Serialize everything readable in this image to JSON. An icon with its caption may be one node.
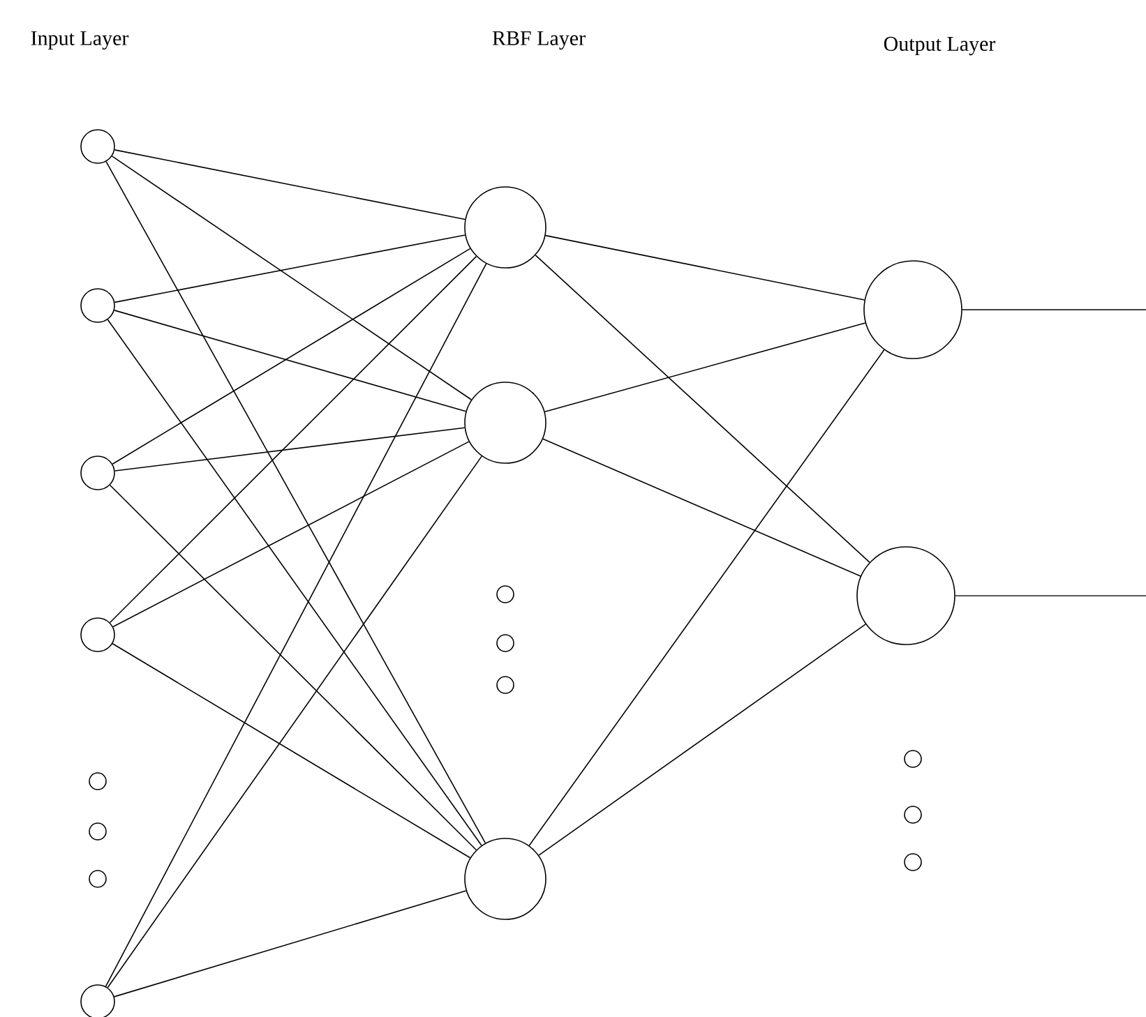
{
  "diagram": {
    "nodes": [
      {
        "text": [],
        "shape": "circle"
      },
      {
        "text": [],
        "shape": "circle"
      },
      {
        "text": [],
        "shape": "circle"
      },
      {
        "text": [],
        "shape": "circle"
      },
      {
        "text": [],
        "shape": "circle"
      },
      {
        "text": [],
        "shape": "circle"
      },
      {
        "text": [],
        "shape": "circle"
      },
      {
        "text": [],
        "shape": "circle"
      },
      {
        "text": [],
        "shape": "circle"
      },
      {
        "text": [],
        "shape": "circle"
      }
    ],
    "edges": [
      {
        "from": 0,
        "to": 5,
        "arrow": "none"
      },
      {
        "from": 0,
        "to": 6,
        "arrow": "none"
      },
      {
        "from": 0,
        "to": 7,
        "arrow": "none"
      },
      {
        "from": 1,
        "to": 5,
        "arrow": "none"
      },
      {
        "from": 1,
        "to": 6,
        "arrow": "none"
      },
      {
        "from": 1,
        "to": 7,
        "arrow": "none"
      },
      {
        "from": 2,
        "to": 5,
        "arrow": "none"
      },
      {
        "from": 2,
        "to": 6,
        "arrow": "none"
      },
      {
        "from": 2,
        "to": 7,
        "arrow": "none"
      },
      {
        "from": 3,
        "to": 5,
        "arrow": "none"
      },
      {
        "from": 3,
        "to": 6,
        "arrow": "none"
      },
      {
        "from": 3,
        "to": 7,
        "arrow": "none"
      },
      {
        "from": 4,
        "to": 5,
        "arrow": "none"
      },
      {
        "from": 4,
        "to": 6,
        "arrow": "none"
      },
      {
        "from": 4,
        "to": 7,
        "arrow": "none"
      },
      {
        "from": 5,
        "to": 8,
        "arrow": "none"
      },
      {
        "from": 5,
        "to": 9,
        "arrow": "none"
      },
      {
        "from": 6,
        "to": 8,
        "arrow": "none"
      },
      {
        "from": 6,
        "to": 9,
        "arrow": "none"
      },
      {
        "from": 7,
        "to": 8,
        "arrow": "none"
      },
      {
        "from": 7,
        "to": 9,
        "arrow": "none"
      },
      {
        "from": 8,
        "to": null,
        "arrow": "none"
      },
      {
        "from": 9,
        "to": null,
        "arrow": "none"
      }
    ],
    "labels": [
      "Input Layer",
      "RBF Layer",
      "Output Layer"
    ]
  }
}
